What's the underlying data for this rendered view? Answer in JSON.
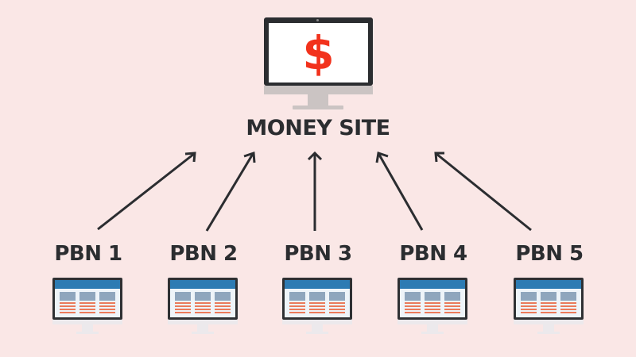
{
  "money_site": {
    "title": "MONEY SITE",
    "icon": "dollar-sign-icon",
    "symbol": "$",
    "symbol_color": "#f2321c"
  },
  "pbns": [
    {
      "label": "PBN 1"
    },
    {
      "label": "PBN 2"
    },
    {
      "label": "PBN 3"
    },
    {
      "label": "PBN 4"
    },
    {
      "label": "PBN 5"
    }
  ],
  "colors": {
    "background": "#fae7e6",
    "text": "#2b2d30",
    "pbn_header": "#2d7bb3",
    "pbn_lines": "#ea7a5a",
    "arrow": "#2b2d30"
  },
  "arrows": [
    {
      "from": "PBN 1",
      "to": "MONEY SITE"
    },
    {
      "from": "PBN 2",
      "to": "MONEY SITE"
    },
    {
      "from": "PBN 3",
      "to": "MONEY SITE"
    },
    {
      "from": "PBN 4",
      "to": "MONEY SITE"
    },
    {
      "from": "PBN 5",
      "to": "MONEY SITE"
    }
  ]
}
